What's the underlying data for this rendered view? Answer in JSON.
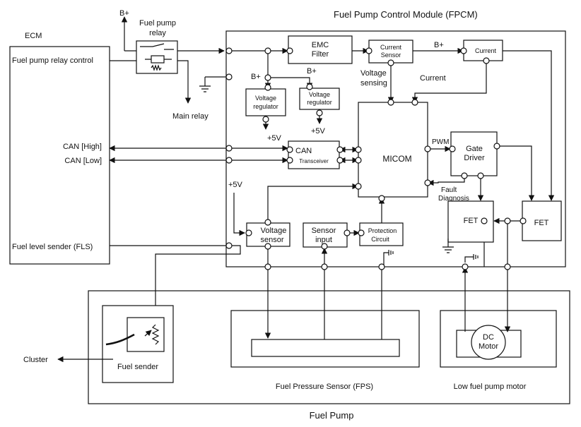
{
  "fpcm": {
    "title": "Fuel Pump Control Module (FPCM)",
    "emc_filter": [
      "EMC",
      "Filter"
    ],
    "current_sensor": [
      "Current",
      "Sensor"
    ],
    "current_box": "Current",
    "b_plus_1": "B+",
    "b_plus_2": "B+",
    "b_plus_3": "B+",
    "voltage_sensing": [
      "Voltage",
      "sensing"
    ],
    "current_label": "Current",
    "voltage_regulator_1": [
      "Voltage",
      "regulator"
    ],
    "voltage_regulator_2": [
      "Voltage",
      "regulator"
    ],
    "plus5v_1": "+5V",
    "plus5v_2": "+5V",
    "plus5v_3": "+5V",
    "can": [
      "CAN",
      "Transceiver"
    ],
    "micom": "MICOM",
    "pwm": "PWM",
    "gate_driver": [
      "Gate",
      "Driver"
    ],
    "fault_diagnosis": [
      "Fault",
      "Diagnosis"
    ],
    "fet_1": "FET",
    "fet_2": "FET",
    "voltage_sensor": [
      "Voltage",
      "sensor"
    ],
    "sensor_input": [
      "Sensor",
      "input"
    ],
    "protection_circuit": [
      "Protection",
      "Circuit"
    ]
  },
  "ecm": {
    "title": "ECM",
    "fuel_pump_relay_control": "Fuel pump relay control",
    "can_high": "CAN [High]",
    "can_low": "CAN [Low]",
    "fuel_level_sender": "Fuel level sender (FLS)"
  },
  "relay": {
    "b_plus": "B+",
    "title": [
      "Fuel pump",
      "relay"
    ],
    "main_relay": "Main relay"
  },
  "fuel_pump": {
    "title": "Fuel Pump",
    "fuel_sender": "Fuel sender",
    "cluster": "Cluster",
    "fps": "Fuel Pressure Sensor (FPS)",
    "motor_label": "Low fuel pump motor",
    "dc_motor": [
      "DC",
      "Motor"
    ]
  }
}
